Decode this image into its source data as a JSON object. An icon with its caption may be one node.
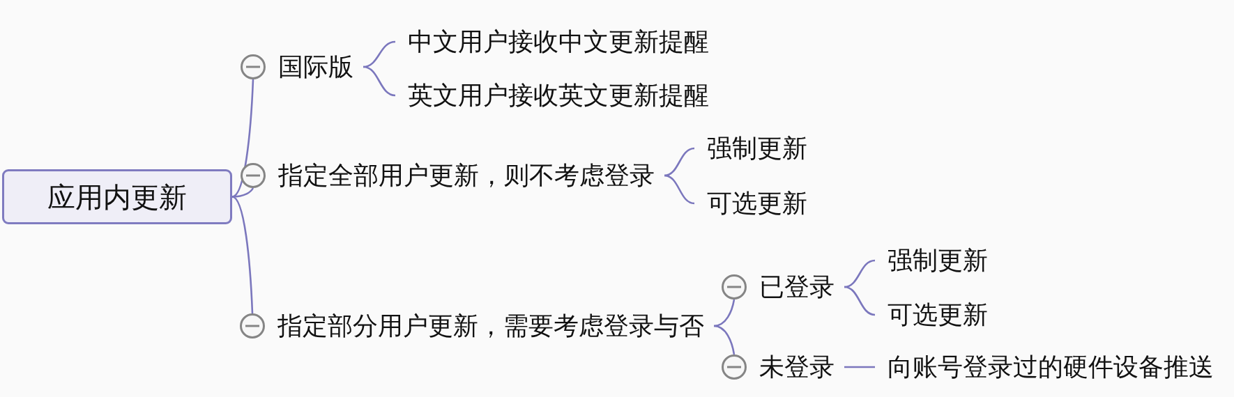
{
  "diagram": {
    "nodes": [
      {
        "text": [
          "应用内更新"
        ]
      },
      {
        "text": [
          "国际版"
        ]
      },
      {
        "text": [
          "中文用户接收中文更新提醒"
        ]
      },
      {
        "text": [
          "英文用户接收英文更新提醒"
        ]
      },
      {
        "text": [
          "指定全部用户更新，则不考虑登录"
        ]
      },
      {
        "text": [
          "强制更新"
        ]
      },
      {
        "text": [
          "可选更新"
        ]
      },
      {
        "text": [
          "指定部分用户更新，需要考虑登录与否"
        ]
      },
      {
        "text": [
          "已登录"
        ]
      },
      {
        "text": [
          "强制更新"
        ]
      },
      {
        "text": [
          "可选更新"
        ]
      },
      {
        "text": [
          "未登录"
        ]
      },
      {
        "text": [
          "向账号登录过的硬件设备推送"
        ]
      }
    ],
    "edges": [
      {
        "from": 0,
        "to": 1,
        "arrow": "none"
      },
      {
        "from": 1,
        "to": 2,
        "arrow": "none"
      },
      {
        "from": 1,
        "to": 3,
        "arrow": "none"
      },
      {
        "from": 0,
        "to": 4,
        "arrow": "none"
      },
      {
        "from": 4,
        "to": 5,
        "arrow": "none"
      },
      {
        "from": 4,
        "to": 6,
        "arrow": "none"
      },
      {
        "from": 0,
        "to": 7,
        "arrow": "none"
      },
      {
        "from": 7,
        "to": 8,
        "arrow": "none"
      },
      {
        "from": 8,
        "to": 9,
        "arrow": "none"
      },
      {
        "from": 8,
        "to": 10,
        "arrow": "none"
      },
      {
        "from": 7,
        "to": 11,
        "arrow": "none"
      },
      {
        "from": 11,
        "to": 12,
        "arrow": "none"
      }
    ]
  }
}
